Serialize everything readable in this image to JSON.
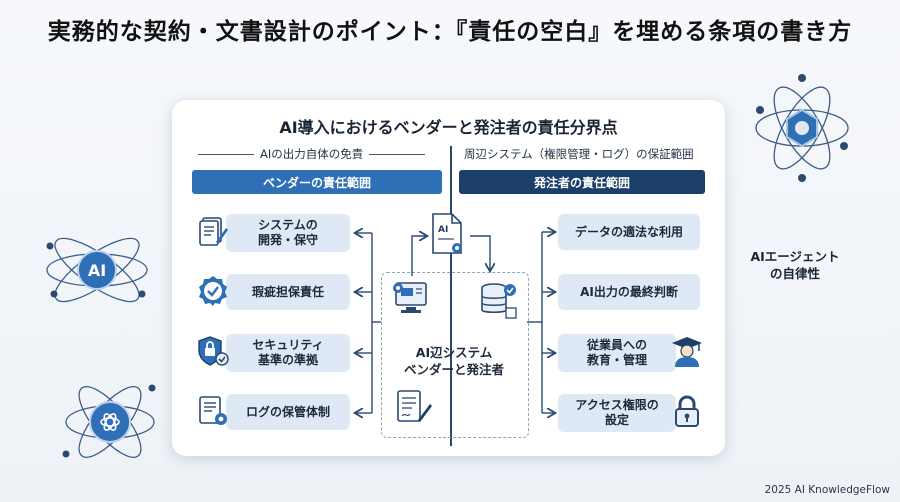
{
  "title": "実務的な契約・文書設計のポイント：『責任の空白』を埋める条項の書き方",
  "card": {
    "title": "AI導入におけるベンダーと発注者の責任分界点",
    "left_subtitle": "AIの出力自体の免責",
    "right_subtitle": "周辺システム（権限管理・ログ）の保証範囲",
    "left_banner": "ベンダーの責任範囲",
    "right_banner": "発注者の責任範囲",
    "left_items": [
      {
        "line1": "システムの",
        "line2": "開発・保守",
        "icon": "document-pen-icon"
      },
      {
        "line1": "瑕疵担保責任",
        "line2": "",
        "icon": "badge-check-icon"
      },
      {
        "line1": "セキュリティ",
        "line2": "基準の準拠",
        "icon": "shield-lock-icon"
      },
      {
        "line1": "ログの保管体制",
        "line2": "",
        "icon": "document-gear-icon"
      }
    ],
    "center": {
      "line1": "AI辺システム",
      "line2": "ベンダーと発注者",
      "doc_label": "AI"
    },
    "right_items": [
      {
        "line1": "データの適法な利用",
        "line2": "",
        "icon": ""
      },
      {
        "line1": "AI出力の最終判断",
        "line2": "",
        "icon": ""
      },
      {
        "line1": "従業員への",
        "line2": "教育・管理",
        "icon": "graduate-icon"
      },
      {
        "line1": "アクセス権限の",
        "line2": "設定",
        "icon": "padlock-icon"
      }
    ]
  },
  "side": {
    "label_line1": "AIエージェント",
    "label_line2": "の自律性",
    "orb_left_label": "AI"
  },
  "footer": "2025 AI KnowledgeFlow",
  "colors": {
    "primary_blue": "#2f6fb6",
    "navy": "#1c3f6a",
    "box_fill": "#dfe9f5"
  }
}
